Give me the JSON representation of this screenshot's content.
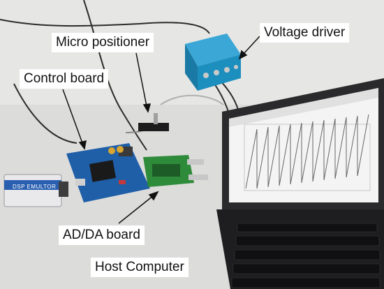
{
  "labels": {
    "voltage_driver": "Voltage driver",
    "micro_positioner": "Micro positioner",
    "control_board": "Control board",
    "ad_da_board": "AD/DA board",
    "host_computer": "Host Computer"
  },
  "emulator_text": "DSP EMULTOR",
  "colors": {
    "voltage_driver_box": "#1d8fbf",
    "control_board_pcb": "#1f5fa8",
    "adda_board_pcb": "#2e8b3a",
    "laptop_body": "#2a2a2c",
    "screen_background": "#f4f4f4",
    "waveform": "#666666",
    "label_background": "#ffffff"
  }
}
